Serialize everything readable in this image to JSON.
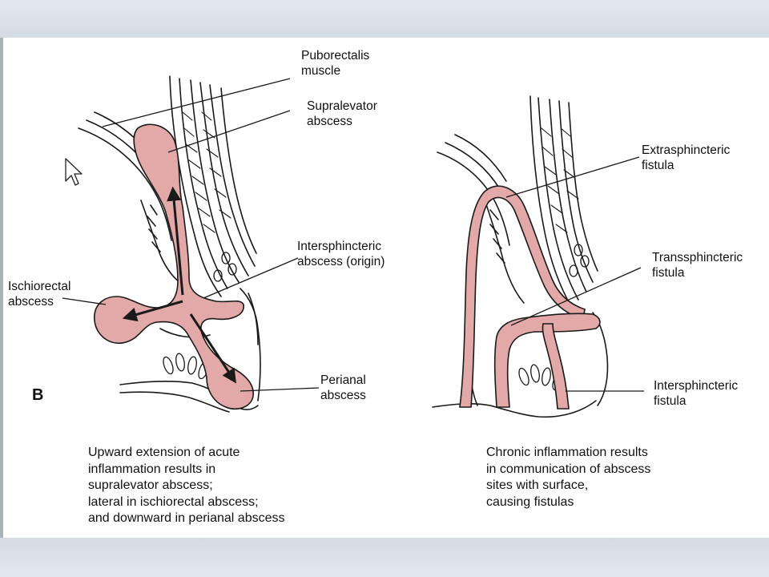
{
  "colors": {
    "abscess_fill": "#e2a9a8",
    "line": "#1a1a1a",
    "background_band": "#dbe3ea",
    "slide": "#ffffff"
  },
  "icons": {
    "cursor": "mouse-pointer-icon"
  },
  "left_panel": {
    "panel_letter": "B",
    "labels": {
      "puborectalis": "Puborectalis\nmuscle",
      "supralevator": "Supralevator\nabscess",
      "intersphincteric_origin": "Intersphincteric\nabscess (origin)",
      "ischiorectal": "Ischiorectal\nabscess",
      "perianal": "Perianal\nabscess"
    },
    "caption": "Upward extension of acute\ninflammation results in\nsupralevator abscess;\nlateral in ischiorectal abscess;\nand downward in perianal abscess"
  },
  "right_panel": {
    "labels": {
      "extrasphincteric": "Extrasphincteric\nfistula",
      "transsphincteric": "Transsphincteric\nfistula",
      "intersphincteric_fistula": "Intersphincteric\nfistula"
    },
    "caption": "Chronic inflammation results\nin communication of abscess\nsites with surface,\ncausing fistulas"
  }
}
